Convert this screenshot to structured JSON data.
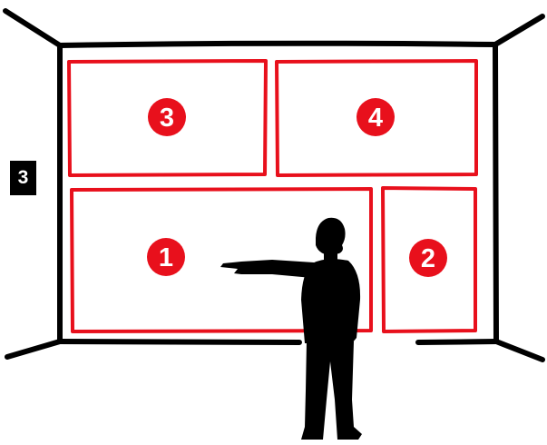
{
  "step_badge": {
    "label": "3"
  },
  "colors": {
    "ink": "#000000",
    "zone_outline": "#e8101c",
    "zone_marker": "#e8101c",
    "zone_number": "#ffffff",
    "background": "#ffffff"
  },
  "zones": [
    {
      "id": "1",
      "label": "1"
    },
    {
      "id": "2",
      "label": "2"
    },
    {
      "id": "3",
      "label": "3"
    },
    {
      "id": "4",
      "label": "4"
    }
  ],
  "figure": {
    "icon": "pointing-person-silhouette-icon"
  }
}
